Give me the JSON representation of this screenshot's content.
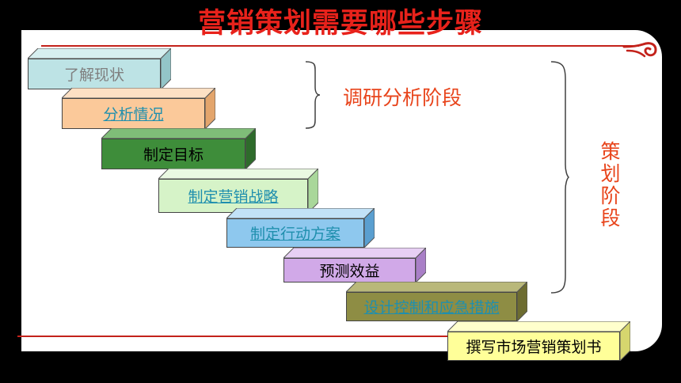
{
  "slide": {
    "title": "营销策划需要哪些步骤",
    "phase_research": "调研分析阶段",
    "phase_planning": "策划阶段"
  },
  "steps": [
    {
      "label": "了解现状",
      "link": false,
      "face": "#bde3e5",
      "top": "#d6eff0",
      "side": "#93c5c8",
      "text": "#7f7f7f"
    },
    {
      "label": "分析情况",
      "link": true,
      "face": "#fbc99a",
      "top": "#fde0c4",
      "side": "#e3a56c",
      "text": "#1f8fae"
    },
    {
      "label": "制定目标",
      "link": false,
      "face": "#3e8d3a",
      "top": "#7fbd78",
      "side": "#2e6b2b",
      "text": "#000000"
    },
    {
      "label": "制定营销战略",
      "link": true,
      "face": "#d6f3c8",
      "top": "#eaf9e2",
      "side": "#a9d79a",
      "text": "#1f8fae"
    },
    {
      "label": "制定行动方案",
      "link": true,
      "face": "#8ec8ee",
      "top": "#c2e2f7",
      "side": "#5a9fd0",
      "text": "#1f8fae"
    },
    {
      "label": "预测效益",
      "link": false,
      "face": "#d1a9e8",
      "top": "#e7cff4",
      "side": "#a97fc7",
      "text": "#000000"
    },
    {
      "label": "设计控制和应急措施",
      "link": true,
      "face": "#8e8d44",
      "top": "#b9b87a",
      "side": "#6d6c30",
      "text": "#1f8fae"
    },
    {
      "label": "撰写市场营销策划书",
      "link": false,
      "face": "#ffff99",
      "top": "#ffffcc",
      "side": "#d6d66e",
      "text": "#000000"
    }
  ]
}
